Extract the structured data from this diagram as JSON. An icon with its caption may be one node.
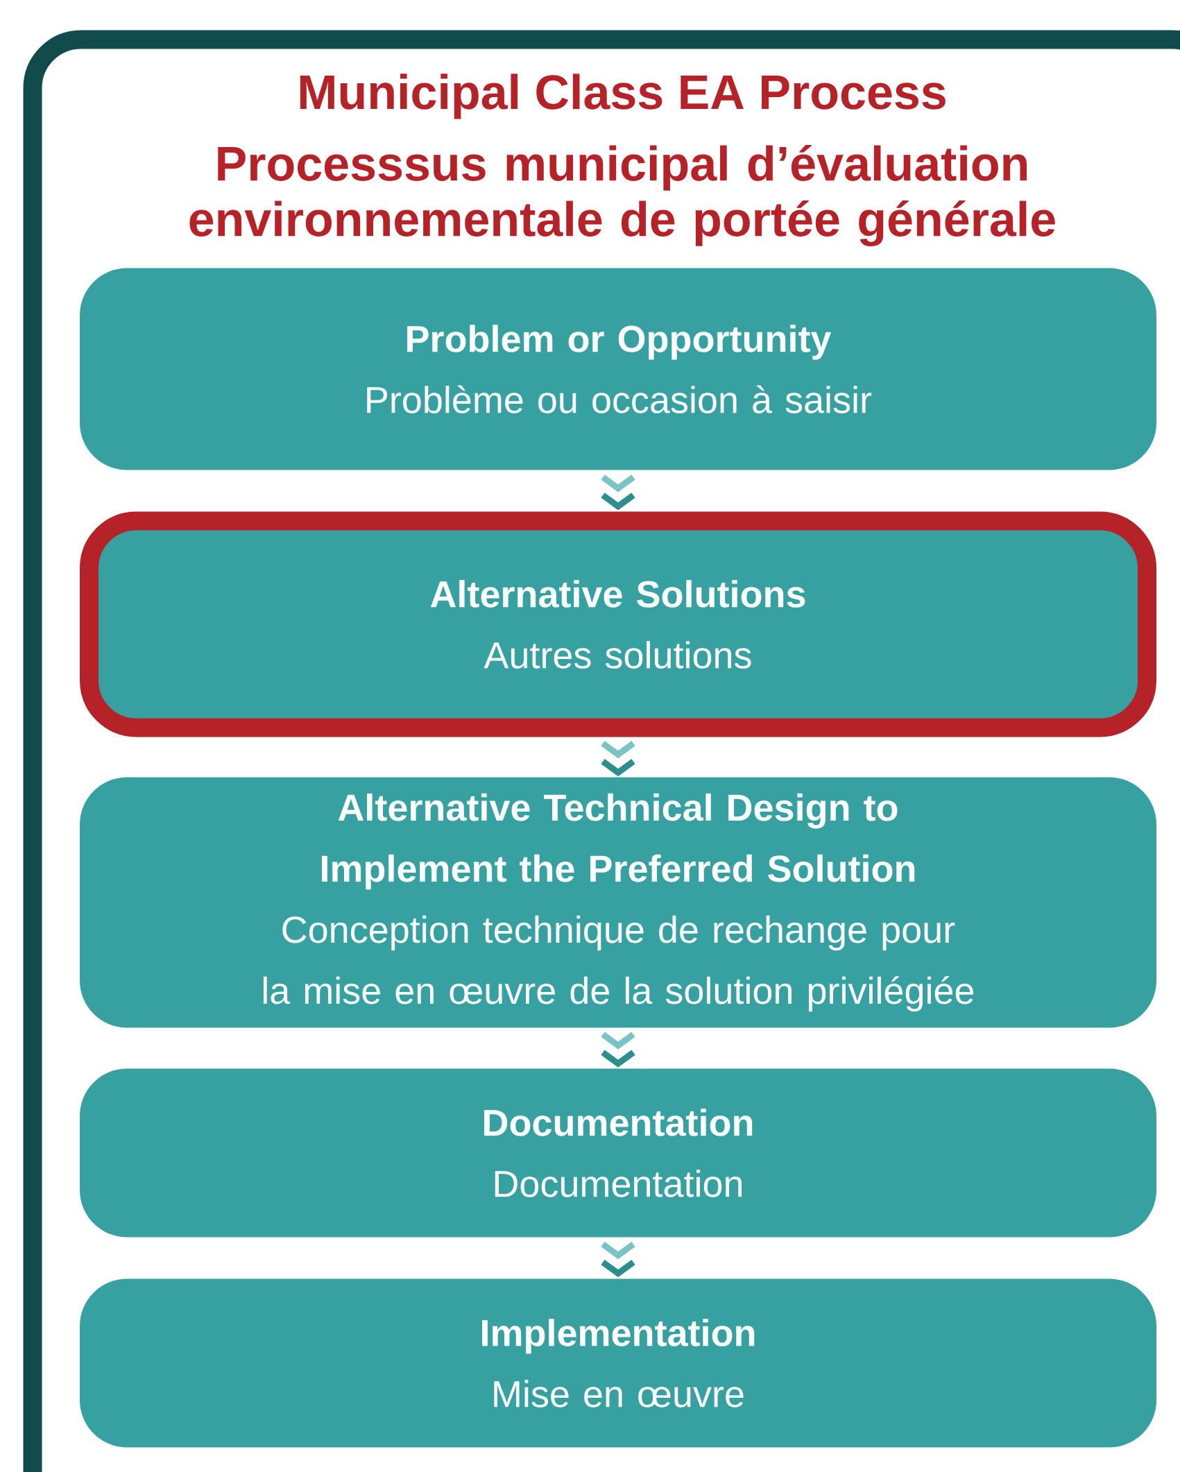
{
  "diagram": {
    "title": "Municipal Class EA Process",
    "nodes": [
      {
        "text": [
          "Problem or Opportunity",
          "Problème ou occasion à saisir"
        ]
      },
      {
        "text": [
          "Alternative Solutions",
          "Autres solutions"
        ]
      },
      {
        "text": [
          "Alternative Technical Design to Implement the Preferred Solution",
          "Conception technique de rechange pour la mise en œuvre de la solution privilégiée"
        ]
      },
      {
        "text": [
          "Documentation",
          "Documentation"
        ]
      },
      {
        "text": [
          "Implementation",
          "Mise en œuvre"
        ]
      }
    ],
    "edges": [
      {
        "from": 0,
        "to": 1,
        "arrow": "to"
      },
      {
        "from": 1,
        "to": 2,
        "arrow": "to"
      },
      {
        "from": 2,
        "to": 3,
        "arrow": "to"
      },
      {
        "from": 3,
        "to": 4,
        "arrow": "to"
      }
    ],
    "labels": [
      "Processsus municipal d’évaluation environnementale de portée générale"
    ]
  }
}
